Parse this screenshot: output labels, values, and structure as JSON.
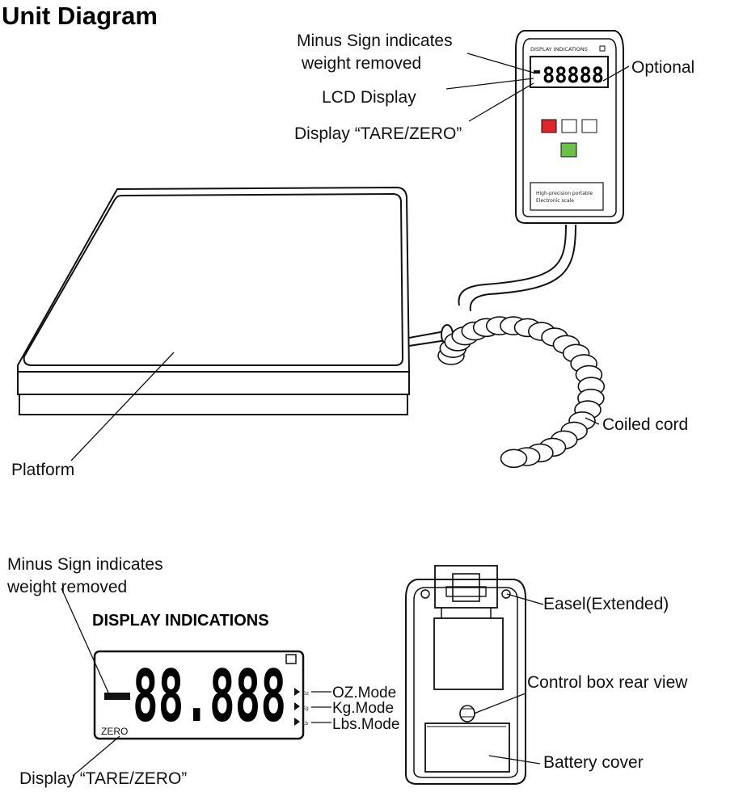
{
  "title": "Unit Diagram",
  "top": {
    "minus_sign_line1": "Minus Sign indicates",
    "minus_sign_line2": "weight removed",
    "lcd_display": "LCD Display",
    "display_tare_zero": "Display “TARE/ZERO”",
    "optional": "Optional",
    "coiled_cord": "Coiled cord",
    "platform": "Platform",
    "device_header": "DISPLAY INDICATIONS",
    "device_digits": "88888",
    "device_badge_line1": "High-precision portable",
    "device_badge_line2": "Electronic scale"
  },
  "bottom_left": {
    "minus_sign_line1": "Minus Sign indicates",
    "minus_sign_line2": "weight removed",
    "heading": "DISPLAY INDICATIONS",
    "digits": "88.888",
    "zero_text": "ZERO",
    "oz_small": "Oz",
    "kg_small": "Kg",
    "lb_small": "Lb",
    "oz_mode": "OZ.Mode",
    "kg_mode": "Kg.Mode",
    "lbs_mode": "Lbs.Mode",
    "display_tare_zero": "Display “TARE/ZERO”"
  },
  "bottom_right": {
    "easel": "Easel(Extended)",
    "control_box": "Control  box rear view",
    "battery_cover": "Battery cover"
  },
  "colors": {
    "ink": "#111111",
    "button_red": "#e0262c",
    "button_green": "#6cc04a",
    "background": "#ffffff"
  }
}
